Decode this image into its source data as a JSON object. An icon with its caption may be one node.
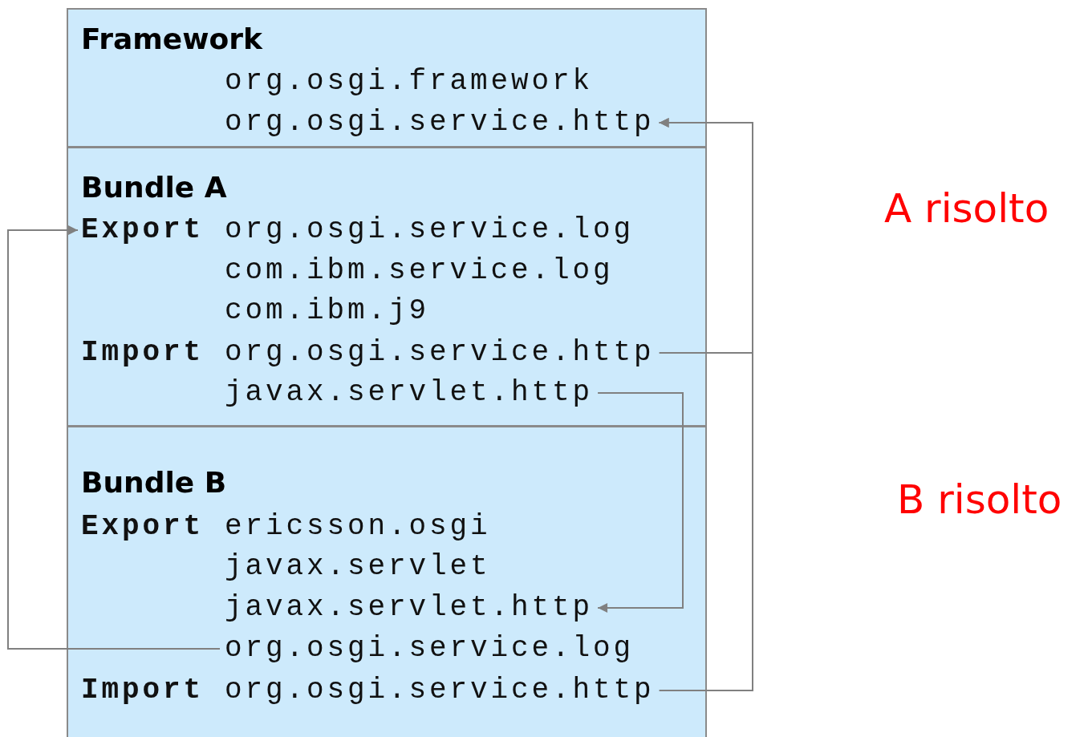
{
  "diagram": {
    "nodes": [
      {
        "text": [
          "Framework"
        ]
      },
      {
        "text": [
          "org.osgi.framework"
        ],
        "in": 0
      },
      {
        "text": [
          "org.osgi.service.http"
        ],
        "in": 0
      },
      {
        "text": [
          "Bundle A"
        ]
      },
      {
        "text": [
          "Export",
          "org.osgi.service.log"
        ],
        "in": 3
      },
      {
        "text": [
          "com.ibm.service.log"
        ],
        "in": 3
      },
      {
        "text": [
          "com.ibm.j9"
        ],
        "in": 3
      },
      {
        "text": [
          "Import",
          "org.osgi.service.http"
        ],
        "in": 3
      },
      {
        "text": [
          "javax.servlet.http"
        ],
        "in": 3
      },
      {
        "text": [
          "Bundle B"
        ]
      },
      {
        "text": [
          "Export",
          "ericsson.osgi"
        ],
        "in": 9
      },
      {
        "text": [
          "javax.servlet"
        ],
        "in": 9
      },
      {
        "text": [
          "javax.servlet.http"
        ],
        "in": 9
      },
      {
        "text": [
          "org.osgi.service.log"
        ],
        "in": 9
      },
      {
        "text": [
          "Import",
          "org.osgi.service.http"
        ],
        "in": 9
      }
    ],
    "edges": [
      {
        "from": 7,
        "to": 2,
        "arrow": "to"
      },
      {
        "from": 14,
        "to": 2,
        "arrow": "to"
      },
      {
        "from": 8,
        "to": 12,
        "arrow": "to"
      },
      {
        "from": 13,
        "to": 4,
        "arrow": "to"
      }
    ],
    "labels": [
      "A risolto",
      "B risolto"
    ]
  }
}
